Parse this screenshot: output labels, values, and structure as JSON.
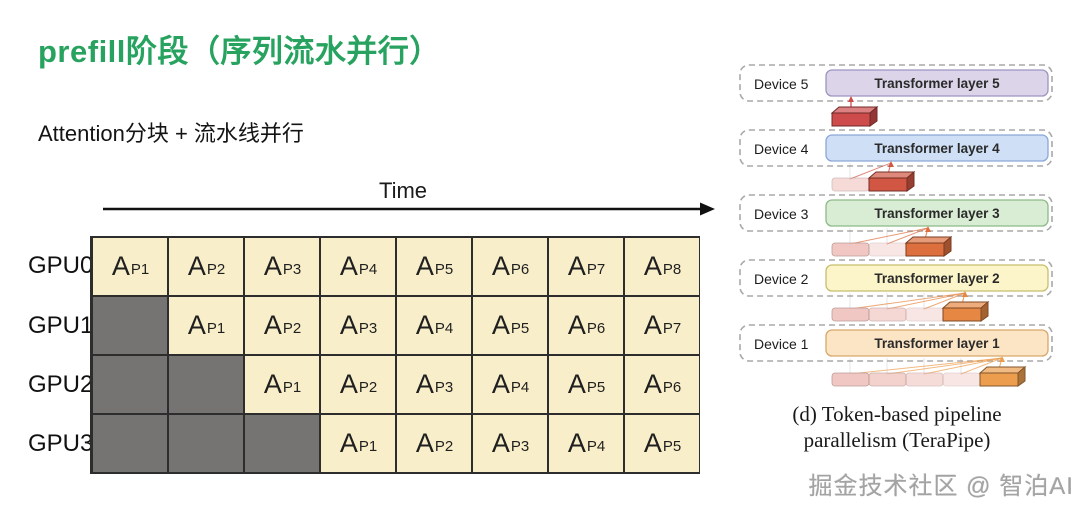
{
  "header": {
    "title": "prefill阶段（序列流水并行）",
    "subtitle": "Attention分块 + 流水线并行",
    "title_color": "#27a35f"
  },
  "gantt": {
    "time_label": "Time",
    "task_base": "A",
    "colors": {
      "cell": "#f8efca",
      "idle": "#767472",
      "border": "#2d2d2d"
    },
    "rows": [
      {
        "gpu": "GPU0",
        "idle": 0,
        "tasks": [
          "P1",
          "P2",
          "P3",
          "P4",
          "P5",
          "P6",
          "P7",
          "P8"
        ]
      },
      {
        "gpu": "GPU1",
        "idle": 1,
        "tasks": [
          "P1",
          "P2",
          "P3",
          "P4",
          "P5",
          "P6",
          "P7"
        ]
      },
      {
        "gpu": "GPU2",
        "idle": 2,
        "tasks": [
          "P1",
          "P2",
          "P3",
          "P4",
          "P5",
          "P6"
        ]
      },
      {
        "gpu": "GPU3",
        "idle": 3,
        "tasks": [
          "P1",
          "P2",
          "P3",
          "P4",
          "P5"
        ]
      }
    ]
  },
  "pipeline_figure": {
    "devices": [
      {
        "device": "Device 5",
        "layer": "Transformer layer 5",
        "fill": "#dcd5ea",
        "stroke": "#9d94c0",
        "block": "#cd4b4b",
        "faded": 0
      },
      {
        "device": "Device 4",
        "layer": "Transformer layer 4",
        "fill": "#cfe0f6",
        "stroke": "#8aa7d6",
        "block": "#d15644",
        "faded": 1
      },
      {
        "device": "Device 3",
        "layer": "Transformer layer 3",
        "fill": "#d9ecd4",
        "stroke": "#8cba88",
        "block": "#dd6f3e",
        "faded": 2
      },
      {
        "device": "Device 2",
        "layer": "Transformer layer 2",
        "fill": "#fbf5c9",
        "stroke": "#c8bd6e",
        "block": "#e68743",
        "faded": 3
      },
      {
        "device": "Device 1",
        "layer": "Transformer layer 1",
        "fill": "#fce5c5",
        "stroke": "#d8a76b",
        "block": "#ec9d4e",
        "faded": 4
      }
    ],
    "faded_segment_color": "#f0c2bd",
    "caption_line1": "(d) Token-based pipeline",
    "caption_line2": "parallelism (TeraPipe)"
  },
  "watermark": "掘金技术社区 @ 智泊AI"
}
